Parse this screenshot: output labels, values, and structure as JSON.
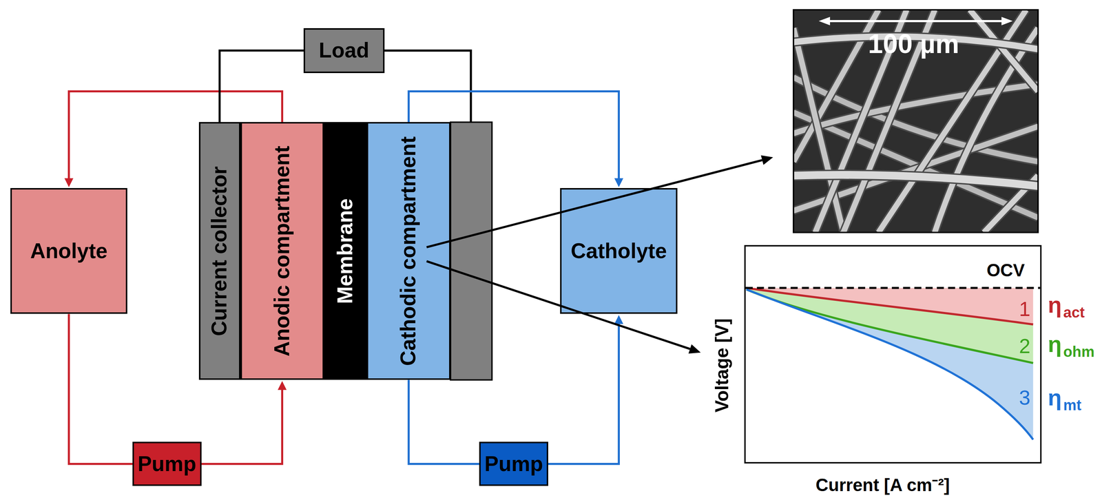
{
  "diagram": {
    "nodes": [
      {
        "text": [
          "Load"
        ]
      },
      {
        "text": [
          "Anolyte"
        ]
      },
      {
        "text": [
          "Current collector"
        ]
      },
      {
        "text": [
          "Anodic compartment"
        ]
      },
      {
        "text": [
          "Membrane"
        ]
      },
      {
        "text": [
          "Cathodic compartment"
        ]
      },
      {
        "text": [
          "Catholyte"
        ]
      },
      {
        "text": [
          "Pump"
        ]
      },
      {
        "text": [
          "Pump"
        ]
      }
    ],
    "edges": [
      {
        "from": 1,
        "to": 7,
        "arrow": "none"
      },
      {
        "from": 7,
        "to": 3,
        "arrow": "to"
      },
      {
        "from": 3,
        "to": 1,
        "arrow": "to"
      },
      {
        "from": 5,
        "to": 6,
        "arrow": "to"
      },
      {
        "from": 5,
        "to": 8,
        "arrow": "none"
      },
      {
        "from": 8,
        "to": 6,
        "arrow": "to"
      },
      {
        "from": 0,
        "to": 2,
        "arrow": "none"
      }
    ],
    "labels": [
      "100 µm",
      "OCV",
      "1",
      "2",
      "3",
      "η",
      "act",
      "η",
      "ohm",
      "η",
      "mt",
      "Voltage [V]",
      "Current [A cm⁻²]"
    ]
  }
}
